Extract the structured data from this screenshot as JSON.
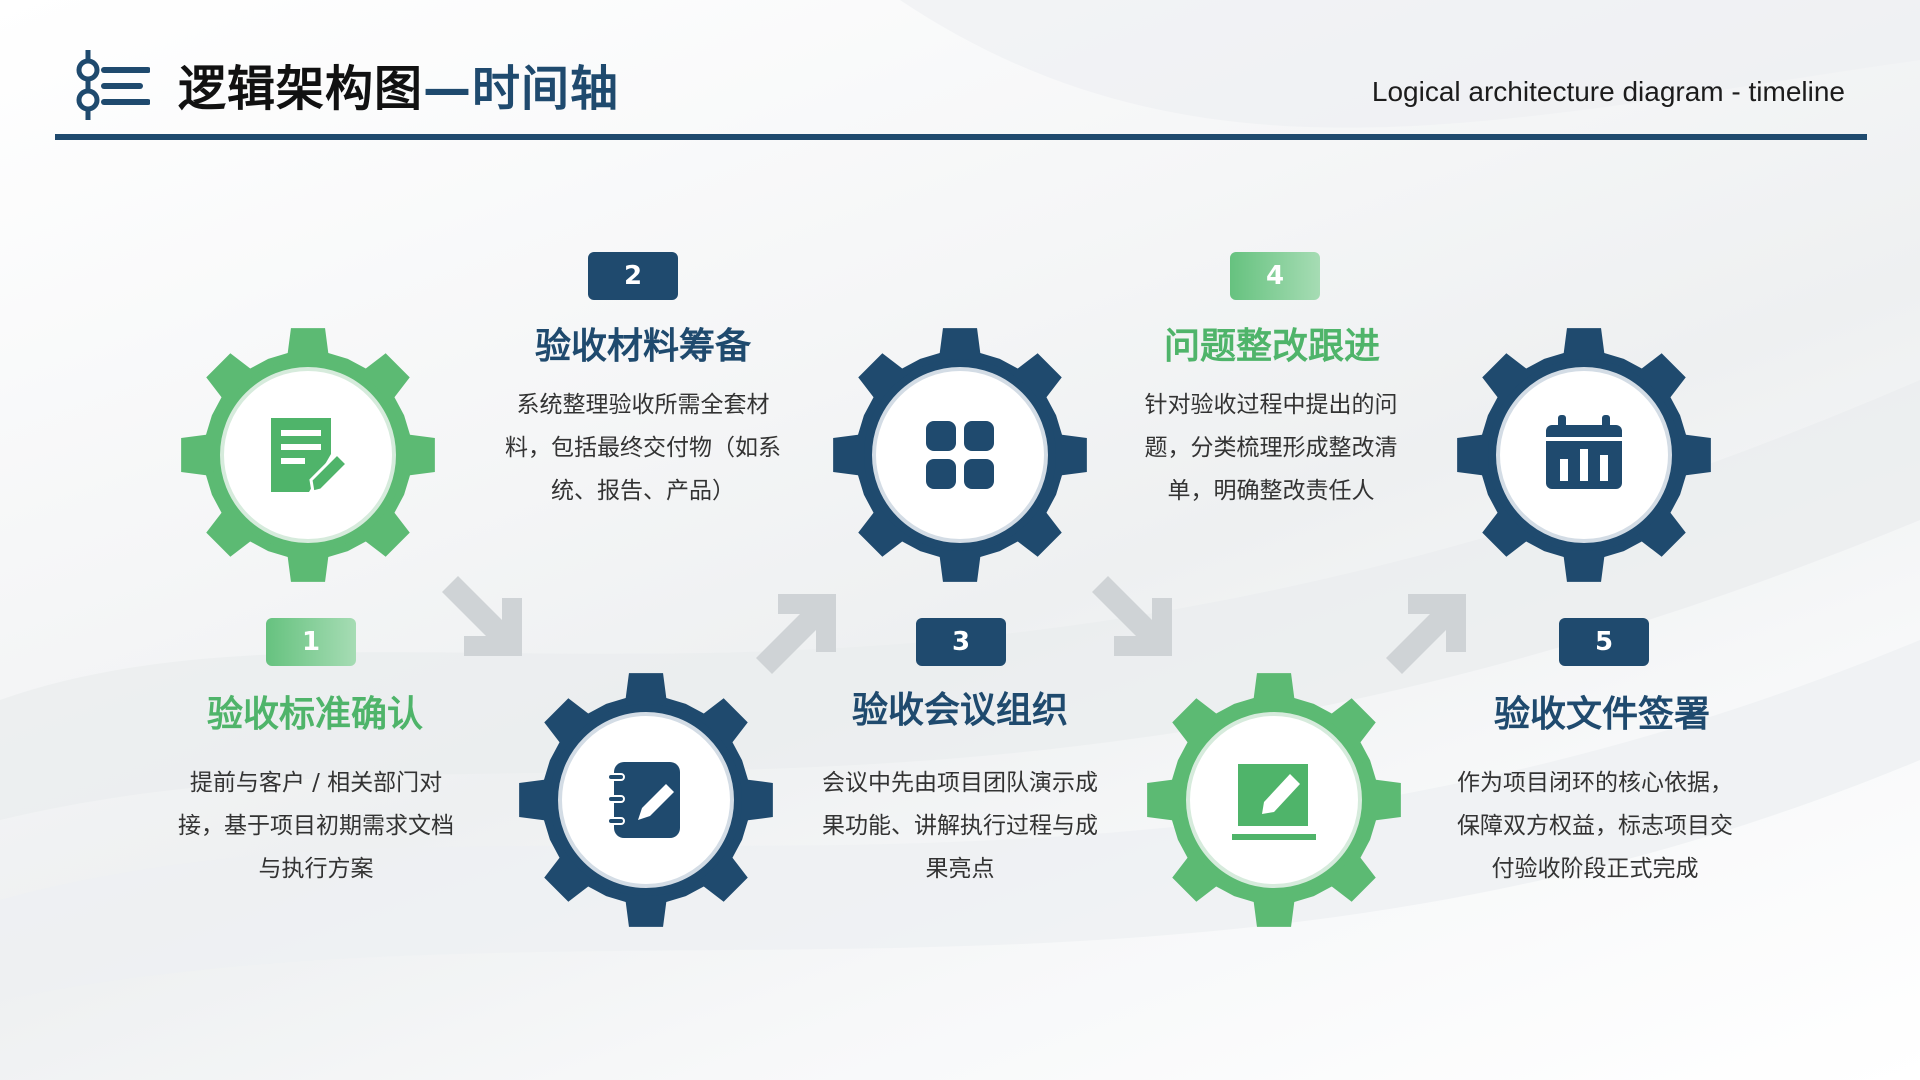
{
  "header": {
    "title_main": "逻辑架构图",
    "title_sep": "—",
    "title_accent": "时间轴",
    "subtitle": "Logical architecture diagram - timeline"
  },
  "colors": {
    "navy": "#1f4a6e",
    "green": "#5cba73",
    "text": "#333333"
  },
  "steps": [
    {
      "number": "1",
      "title": "验收标准确认",
      "desc": "提前与客户 / 相关部门对接，基于项目初期需求文档与执行方案",
      "color": "green",
      "icon": "document-edit-icon"
    },
    {
      "number": "2",
      "title": "验收材料筹备",
      "desc": "系统整理验收所需全套材料，包括最终交付物（如系统、报告、产品）",
      "color": "navy",
      "icon": "notebook-pen-icon"
    },
    {
      "number": "3",
      "title": "验收会议组织",
      "desc": "会议中先由项目团队演示成果功能、讲解执行过程与成果亮点",
      "color": "navy",
      "icon": "grid-icon"
    },
    {
      "number": "4",
      "title": "问题整改跟进",
      "desc": "针对验收过程中提出的问题，分类梳理形成整改清单，明确整改责任人",
      "color": "green",
      "icon": "pen-square-icon"
    },
    {
      "number": "5",
      "title": "验收文件签署",
      "desc": "作为项目闭环的核心依据，保障双方权益，标志项目交付验收阶段正式完成",
      "color": "navy",
      "icon": "calendar-chart-icon"
    }
  ]
}
